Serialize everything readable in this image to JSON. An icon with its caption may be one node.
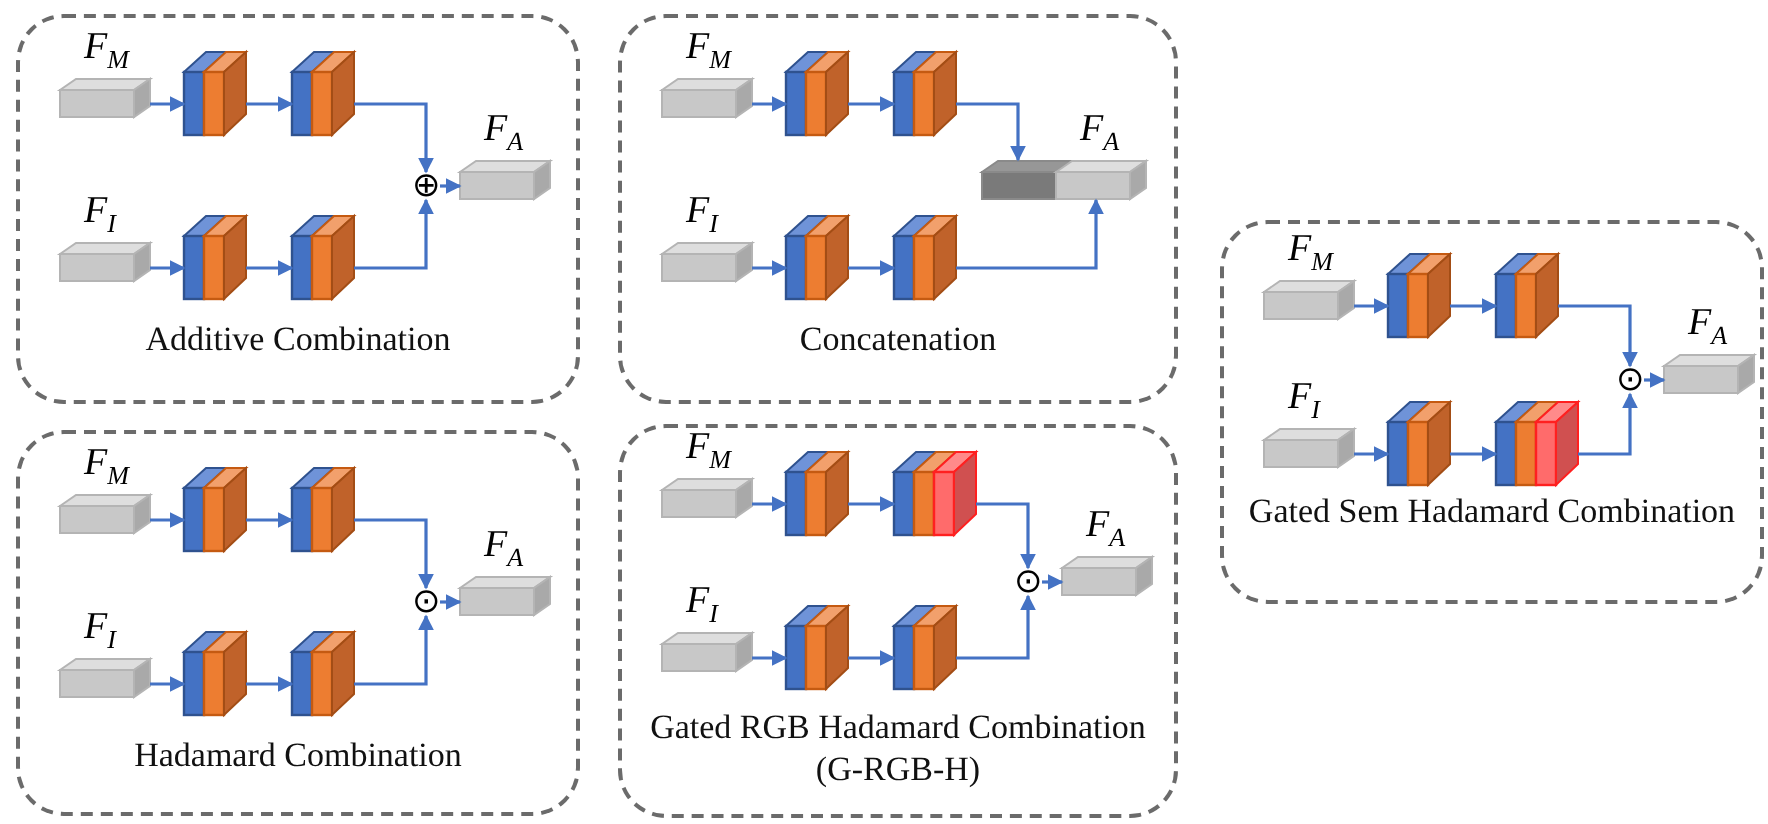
{
  "diagram": {
    "nodes": [
      {
        "text": [
          "Additive Combination"
        ]
      },
      {
        "text": [
          "F$_{M}$"
        ],
        "in": 0
      },
      {
        "text": [],
        "shape": "box",
        "in": 0
      },
      {
        "text": [],
        "shape": "box",
        "in": 0
      },
      {
        "text": [
          "F$_{I}$"
        ],
        "in": 0
      },
      {
        "text": [],
        "shape": "box",
        "in": 0
      },
      {
        "text": [],
        "shape": "box",
        "in": 0
      },
      {
        "text": [
          "⊕"
        ],
        "in": 0
      },
      {
        "text": [
          "F$_{A}$"
        ],
        "in": 0
      },
      {
        "text": [
          "Concatenation"
        ]
      },
      {
        "text": [
          "F$_{M}$"
        ],
        "in": 9
      },
      {
        "text": [],
        "shape": "box",
        "in": 9
      },
      {
        "text": [],
        "shape": "box",
        "in": 9
      },
      {
        "text": [
          "F$_{I}$"
        ],
        "in": 9
      },
      {
        "text": [],
        "shape": "box",
        "in": 9
      },
      {
        "text": [],
        "shape": "box",
        "in": 9
      },
      {
        "text": [
          "F$_{A}$"
        ],
        "in": 9
      },
      {
        "text": [
          "Hadamard Combination"
        ]
      },
      {
        "text": [
          "F$_{M}$"
        ],
        "in": 17
      },
      {
        "text": [],
        "shape": "box",
        "in": 17
      },
      {
        "text": [],
        "shape": "box",
        "in": 17
      },
      {
        "text": [
          "F$_{I}$"
        ],
        "in": 17
      },
      {
        "text": [],
        "shape": "box",
        "in": 17
      },
      {
        "text": [],
        "shape": "box",
        "in": 17
      },
      {
        "text": [
          "⊙"
        ],
        "in": 17
      },
      {
        "text": [
          "F$_{A}$"
        ],
        "in": 17
      },
      {
        "text": [
          "Gated RGB Hadamard Combination (G-RGB-H)"
        ]
      },
      {
        "text": [
          "F$_{M}$"
        ],
        "in": 26
      },
      {
        "text": [],
        "shape": "box",
        "in": 26
      },
      {
        "text": [],
        "shape": "box",
        "in": 26
      },
      {
        "text": [
          "F$_{I}$"
        ],
        "in": 26
      },
      {
        "text": [],
        "shape": "box",
        "in": 26
      },
      {
        "text": [],
        "shape": "box",
        "in": 26
      },
      {
        "text": [
          "⊙"
        ],
        "in": 26
      },
      {
        "text": [
          "F$_{A}$"
        ],
        "in": 26
      },
      {
        "text": [
          "Gated Sem Hadamard Combination"
        ]
      },
      {
        "text": [
          "F$_{M}$"
        ],
        "in": 35
      },
      {
        "text": [],
        "shape": "box",
        "in": 35
      },
      {
        "text": [],
        "shape": "box",
        "in": 35
      },
      {
        "text": [
          "F$_{I}$"
        ],
        "in": 35
      },
      {
        "text": [],
        "shape": "box",
        "in": 35
      },
      {
        "text": [],
        "shape": "box",
        "in": 35
      },
      {
        "text": [
          "⊙"
        ],
        "in": 35
      },
      {
        "text": [
          "F$_{A}$"
        ],
        "in": 35
      }
    ],
    "edges": [
      {
        "from": 1,
        "to": 2,
        "arrow": "to"
      },
      {
        "from": 2,
        "to": 3,
        "arrow": "to"
      },
      {
        "from": 3,
        "to": 7,
        "arrow": "to"
      },
      {
        "from": 4,
        "to": 5,
        "arrow": "to"
      },
      {
        "from": 5,
        "to": 6,
        "arrow": "to"
      },
      {
        "from": 6,
        "to": 7,
        "arrow": "to"
      },
      {
        "from": 7,
        "to": 8,
        "arrow": "to"
      },
      {
        "from": 10,
        "to": 11,
        "arrow": "to"
      },
      {
        "from": 11,
        "to": 12,
        "arrow": "to"
      },
      {
        "from": 12,
        "to": 16,
        "arrow": "to"
      },
      {
        "from": 13,
        "to": 14,
        "arrow": "to"
      },
      {
        "from": 14,
        "to": 15,
        "arrow": "to"
      },
      {
        "from": 15,
        "to": 16,
        "arrow": "to"
      },
      {
        "from": 18,
        "to": 19,
        "arrow": "to"
      },
      {
        "from": 19,
        "to": 20,
        "arrow": "to"
      },
      {
        "from": 20,
        "to": 24,
        "arrow": "to"
      },
      {
        "from": 21,
        "to": 22,
        "arrow": "to"
      },
      {
        "from": 22,
        "to": 23,
        "arrow": "to"
      },
      {
        "from": 23,
        "to": 24,
        "arrow": "to"
      },
      {
        "from": 24,
        "to": 25,
        "arrow": "to"
      },
      {
        "from": 27,
        "to": 28,
        "arrow": "to"
      },
      {
        "from": 28,
        "to": 29,
        "arrow": "to"
      },
      {
        "from": 29,
        "to": 33,
        "arrow": "to"
      },
      {
        "from": 30,
        "to": 31,
        "arrow": "to"
      },
      {
        "from": 31,
        "to": 32,
        "arrow": "to"
      },
      {
        "from": 32,
        "to": 33,
        "arrow": "to"
      },
      {
        "from": 33,
        "to": 34,
        "arrow": "to"
      },
      {
        "from": 36,
        "to": 37,
        "arrow": "to"
      },
      {
        "from": 37,
        "to": 38,
        "arrow": "to"
      },
      {
        "from": 38,
        "to": 42,
        "arrow": "to"
      },
      {
        "from": 39,
        "to": 40,
        "arrow": "to"
      },
      {
        "from": 40,
        "to": 41,
        "arrow": "to"
      },
      {
        "from": 41,
        "to": 42,
        "arrow": "to"
      },
      {
        "from": 42,
        "to": 43,
        "arrow": "to"
      }
    ]
  }
}
